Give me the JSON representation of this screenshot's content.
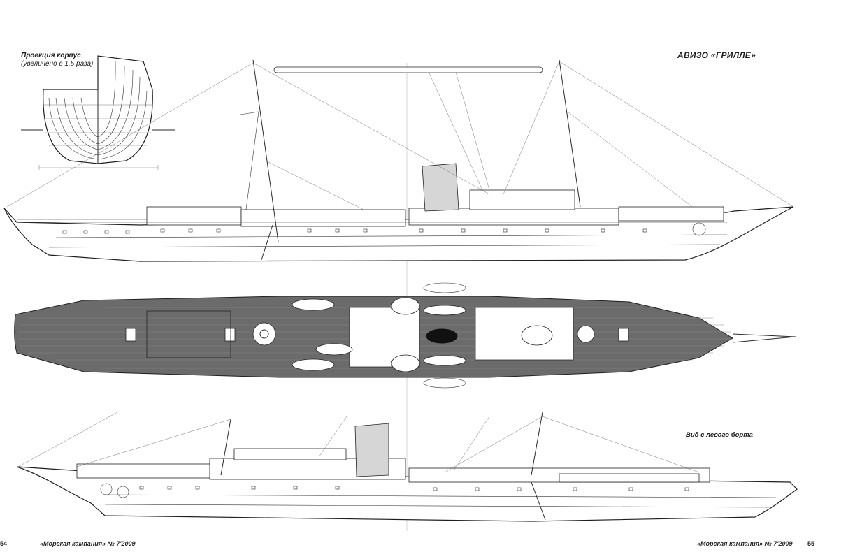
{
  "title": "АВИЗО «ГРИЛЛЕ»",
  "projection": {
    "heading": "Проекция корпус",
    "note": "(увеличено в 1,5 раза)"
  },
  "side_view_label": "Вид с левого борта",
  "footer": {
    "page_left": "54",
    "magazine_left": "«Морская кампания» № 7'2009",
    "magazine_right": "«Морская кампания» № 7'2009",
    "page_right": "55"
  },
  "colors": {
    "ink": "#1f1f1f",
    "deck": "#6b6b6b",
    "paper": "#ffffff"
  }
}
